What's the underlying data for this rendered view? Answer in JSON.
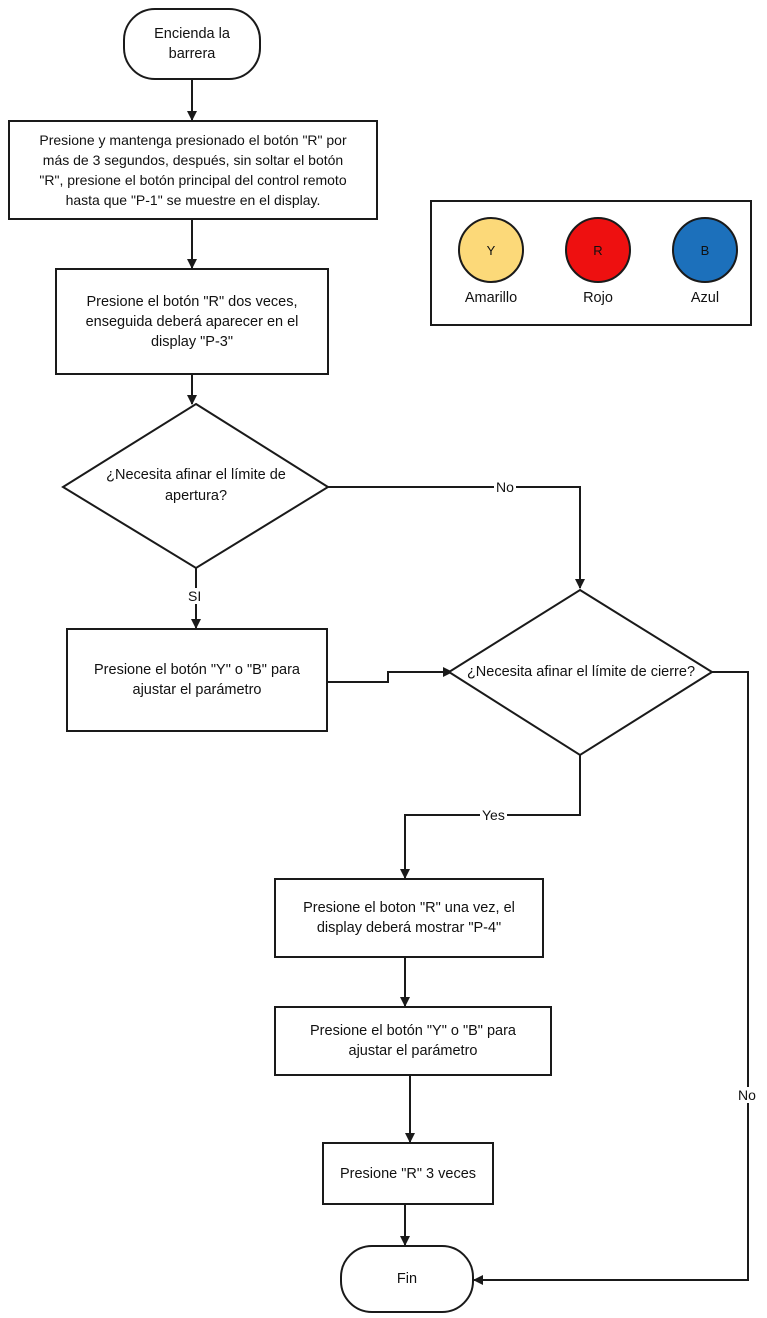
{
  "nodes": {
    "start": "Encienda la\nbarrera",
    "step1": "Presione y mantenga presionado el botón \"R\" por\nmás de 3 segundos, después, sin soltar el botón\n\"R\", presione el botón principal del control remoto\nhasta que \"P-1\" se muestre en el display.",
    "step2": "Presione el botón \"R\" dos veces,\nenseguida deberá aparecer en el\ndisplay \"P-3\"",
    "decision1": "¿Necesita afinar el límite de\napertura?",
    "step3": "Presione el botón \"Y\" o \"B\" para\najustar el parámetro",
    "decision2": "¿Necesita afinar el límite de cierre?",
    "step4": "Presione el boton \"R\" una vez, el\ndisplay deberá mostrar \"P-4\"",
    "step5": "Presione el botón \"Y\" o \"B\" para\najustar el parámetro",
    "step6": "Presione \"R\" 3 veces",
    "end": "Fin"
  },
  "edges": {
    "d1_no": "No",
    "d1_yes": "SI",
    "d2_yes": "Yes",
    "d2_no": "No"
  },
  "legend": {
    "items": [
      {
        "letter": "Y",
        "name": "Amarillo",
        "color": "#fcd979"
      },
      {
        "letter": "R",
        "name": "Rojo",
        "color": "#ee1010"
      },
      {
        "letter": "B",
        "name": "Azul",
        "color": "#1c70bb"
      }
    ]
  }
}
